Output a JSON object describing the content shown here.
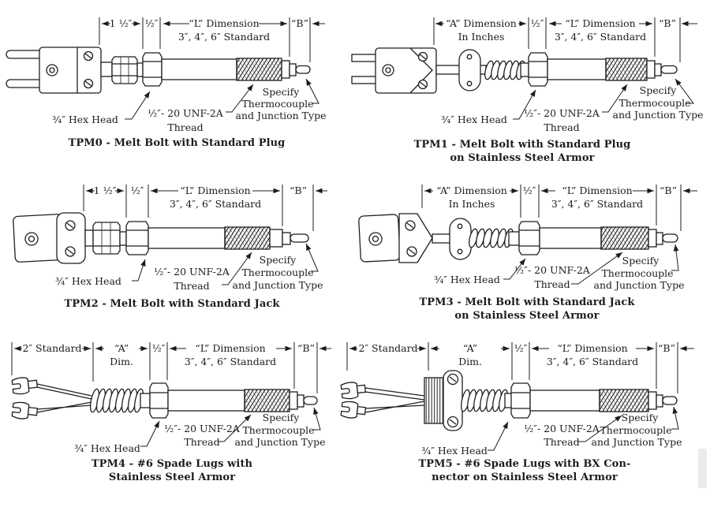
{
  "panels": {
    "tpm0": {
      "caption1": "TPM0 - Melt Bolt with Standard Plug",
      "dims": {
        "d1": "1 ½″",
        "d2": "½″",
        "L1": "“L” Dimension",
        "L2": "3″, 4″, 6″ Standard",
        "B": "“B”"
      },
      "callouts": {
        "hex": "¾″ Hex Head",
        "thread1": "½″- 20 UNF-2A",
        "thread2": "Thread",
        "spec1": "Specify",
        "spec2": "Thermocouple",
        "spec3": "and Junction Type"
      }
    },
    "tpm1": {
      "caption1": "TPM1 - Melt Bolt with Standard Plug",
      "caption2": "on Stainless Steel Armor",
      "dims": {
        "a1": "“A” Dimension",
        "a2": "In Inches",
        "d2": "½″",
        "L1": "“L” Dimension",
        "L2": "3″, 4″, 6″ Standard",
        "B": "“B”"
      },
      "callouts": {
        "hex": "¾″ Hex Head",
        "thread1": "½″- 20 UNF-2A",
        "thread2": "Thread",
        "spec1": "Specify",
        "spec2": "Thermocouple",
        "spec3": "and Junction Type"
      }
    },
    "tpm2": {
      "caption1": "TPM2 - Melt Bolt with Standard Jack",
      "dims": {
        "d1": "1 ½″",
        "d2": "½″",
        "L1": "“L” Dimension",
        "L2": "3″, 4″, 6″ Standard",
        "B": "“B”"
      },
      "callouts": {
        "hex": "¾″ Hex Head",
        "thread1": "½″- 20 UNF-2A",
        "thread2": "Thread",
        "spec1": "Specify",
        "spec2": "Thermocouple",
        "spec3": "and Junction Type"
      }
    },
    "tpm3": {
      "caption1": "TPM3 - Melt Bolt with Standard Jack",
      "caption2": "on Stainless Steel Armor",
      "dims": {
        "a1": "“A” Dimension",
        "a2": "In Inches",
        "d2": "½″",
        "L1": "“L” Dimension",
        "L2": "3″, 4″, 6″ Standard",
        "B": "“B”"
      },
      "callouts": {
        "hex": "¾″ Hex Head",
        "thread1": "½″- 20 UNF-2A",
        "thread2": "Thread",
        "spec1": "Specify",
        "spec2": "Thermocouple",
        "spec3": "and Junction Type"
      }
    },
    "tpm4": {
      "caption1": "TPM4 - #6 Spade Lugs with",
      "caption2": "Stainless Steel Armor",
      "dims": {
        "std": "2″ Standard",
        "a1": "“A”",
        "a2": "Dim.",
        "d2": "½″",
        "L1": "“L” Dimension",
        "L2": "3″, 4″, 6″ Standard",
        "B": "“B”"
      },
      "callouts": {
        "hex": "¾″ Hex Head",
        "thread1": "½″- 20 UNF-2A",
        "thread2": "Thread",
        "spec1": "Specify",
        "spec2": "Thermocouple",
        "spec3": "and Junction Type"
      }
    },
    "tpm5": {
      "caption1": "TPM5 - #6 Spade Lugs with BX Con-",
      "caption2": "nector on Stainless Steel Armor",
      "dims": {
        "std": "2″ Standard",
        "a1": "“A”",
        "a2": "Dim.",
        "d2": "½″",
        "L1": "“L” Dimension",
        "L2": "3″, 4″, 6″ Standard",
        "B": "“B”"
      },
      "callouts": {
        "hex": "¾″ Hex Head",
        "thread1": "½″- 20 UNF-2A",
        "thread2": "Thread",
        "spec1": "Specify",
        "spec2": "Thermocouple",
        "spec3": "and Junction Type"
      }
    }
  }
}
